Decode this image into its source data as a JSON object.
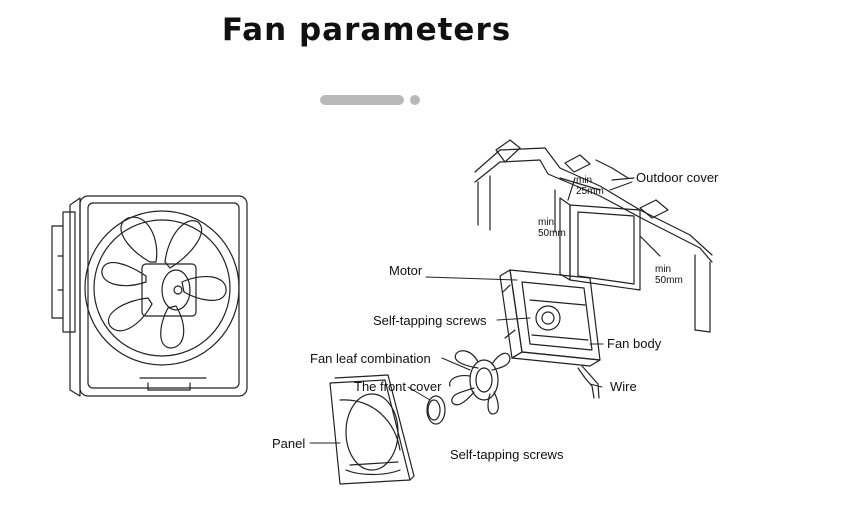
{
  "title": "Fan parameters",
  "labels": {
    "outdoor_cover": "Outdoor cover",
    "motor": "Motor",
    "self_tapping_screws_top": "Self-tapping screws",
    "fan_body": "Fan body",
    "fan_leaf_combination": "Fan leaf combination",
    "front_cover": "The front cover",
    "wire": "Wire",
    "panel": "Panel",
    "self_tapping_screws_bottom": "Self-tapping screws"
  },
  "dimensions": {
    "top_min": "min",
    "top_value": "25mm",
    "left_min": "min",
    "left_value": "50mm",
    "right_min": "min",
    "right_value": "50mm"
  },
  "colors": {
    "line": "#222222",
    "accent_gray": "#b9b9b9"
  }
}
